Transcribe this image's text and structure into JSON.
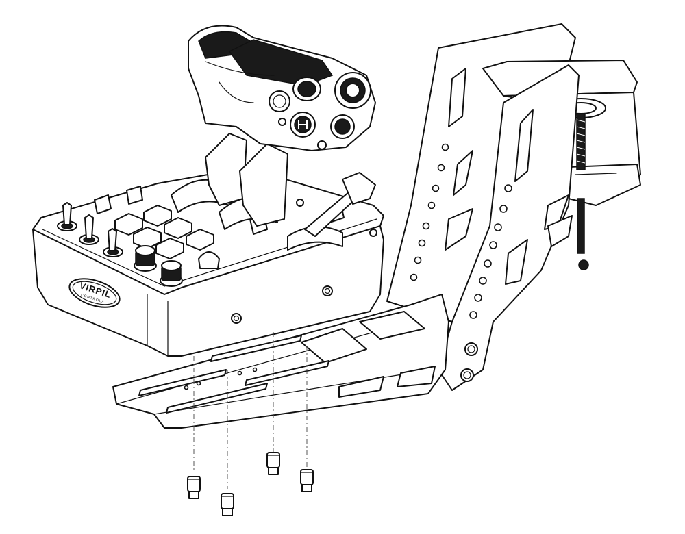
{
  "drawing": {
    "subject": "",
    "brand_logo_text": "VIRPIL",
    "brand_logo_subtext": "CONTROLS"
  },
  "parts": {
    "throttle_assembly": "throttle",
    "mount_bracket": "side-mount-clamp-bracket",
    "mounting_plate": "mounting-plate",
    "screws": 4
  },
  "colors": {
    "line": "#111111",
    "fill": "#ffffff",
    "accent_dark": "#1a1a1a"
  }
}
